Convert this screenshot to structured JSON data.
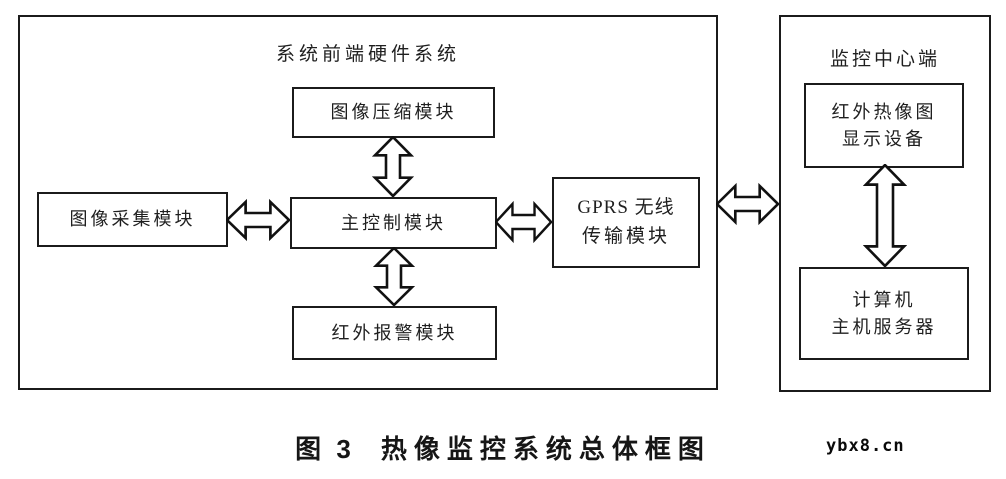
{
  "frontend": {
    "title": "系统前端硬件系统",
    "image_compression": "图像压缩模块",
    "main_control": "主控制模块",
    "image_acquisition": "图像采集模块",
    "infrared_alarm": "红外报警模块",
    "gprs": {
      "line1": "GPRS 无线",
      "line2": "传输模块"
    }
  },
  "center": {
    "title": "监控中心端",
    "display": {
      "line1": "红外热像图",
      "line2": "显示设备"
    },
    "server": {
      "line1": "计算机",
      "line2": "主机服务器"
    }
  },
  "caption": {
    "number": "图 3",
    "text": "热像监控系统总体框图"
  },
  "watermark": "ybx8.cn",
  "colors": {
    "line": "#1b1b1b",
    "background": "#ffffff",
    "text": "#1f1f1f"
  }
}
